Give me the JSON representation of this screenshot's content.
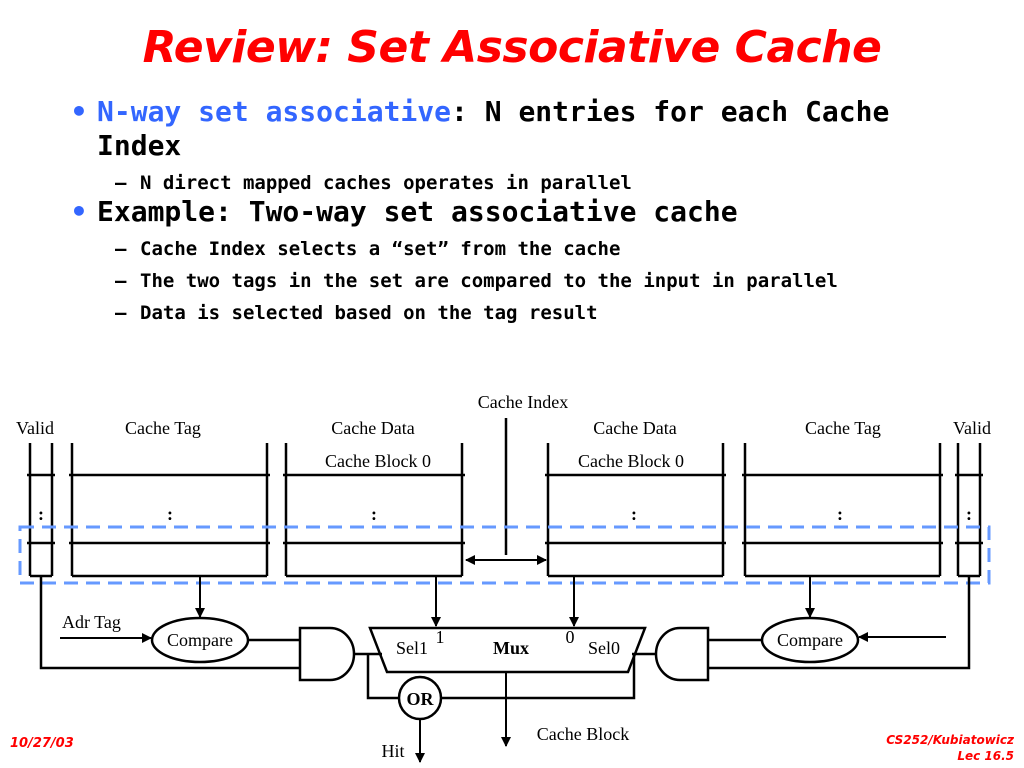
{
  "title": "Review: Set Associative Cache",
  "bullets": [
    {
      "highlight": "N-way set associative",
      "text": ": N entries for each Cache Index",
      "subs": [
        "N direct mapped caches operates in parallel"
      ]
    },
    {
      "highlight": "",
      "text": "Example: Two-way set associative cache",
      "subs": [
        "Cache Index selects a “set” from the cache",
        "The two tags in the set are compared to the input in parallel",
        "Data is selected based on the tag result"
      ]
    }
  ],
  "diagram": {
    "cache_index": "Cache Index",
    "valid_left": "Valid",
    "cache_tag_left": "Cache Tag",
    "cache_data_left": "Cache Data",
    "cache_block_left": "Cache Block 0",
    "cache_data_right": "Cache Data",
    "cache_block_right": "Cache Block 0",
    "cache_tag_right": "Cache Tag",
    "valid_right": "Valid",
    "ellipsis": ":",
    "adr_tag": "Adr Tag",
    "compare_left": "Compare",
    "compare_right": "Compare",
    "sel1": "Sel1",
    "one": "1",
    "mux": "Mux",
    "zero": "0",
    "sel0": "Sel0",
    "or": "OR",
    "cache_block_out": "Cache Block",
    "hit": "Hit"
  },
  "footer": {
    "date": "10/27/03",
    "course": "CS252/Kubiatowicz",
    "lecture": "Lec 16.5"
  },
  "colors": {
    "title": "#ff0000",
    "highlight": "#3366ff",
    "dashed_set": "#6699ff"
  }
}
